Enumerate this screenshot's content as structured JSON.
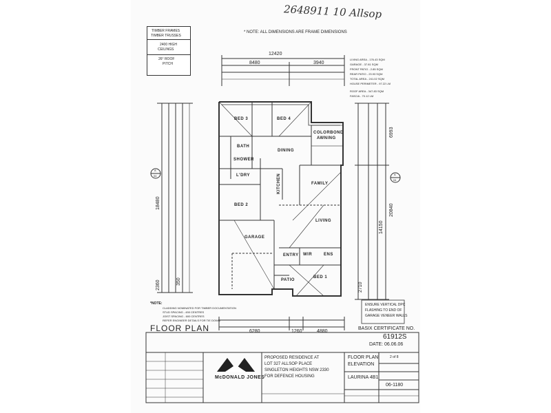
{
  "handwritten_note": "2648911 10 Allsop",
  "spec_boxes": [
    "TIMBER FRAMES",
    "TIMBER TRUSSES",
    "2400 HIGH",
    "CEILINGS",
    "26° ROOF",
    "PITCH"
  ],
  "frame_note": "* NOTE: ALL DIMENSIONS ARE FRAME DIMENSIONS",
  "areas": {
    "living": "LIVING AREA - 176.43 SQM",
    "garage": "GARAGE - 37.81 SQM",
    "front_patio": "FRONT PATIO - 2.85 SQM",
    "rear_patio": "REAR PATIO - 23.93 SQM",
    "total": "TOTAL AREA - 241.02 SQM",
    "perimeter": "HOUSE PERIMETER - 97.22 LM",
    "roof": "ROOF AREA - 347.83 SQM",
    "fascia": "FASCIA - 70.12 LM"
  },
  "dims": {
    "overall_width": "12420",
    "left_width": "8480",
    "right_width": "3940",
    "bottom_left": "6280",
    "bottom_mid": "1260",
    "bottom_right": "4880",
    "left_overall": "18480",
    "left_small1": "2360",
    "left_small2": "350",
    "right_top": "6993",
    "right_overall": "20840",
    "right_mid": "14150",
    "right_small": "2710"
  },
  "rooms": {
    "bed3": "BED 3",
    "bed4": "BED 4",
    "bath": "BATH",
    "dining": "DINING",
    "awning": "COLORBOND",
    "awning2": "AWNING",
    "shower": "SHOWER",
    "ldry": "L'DRY",
    "kitchen": "KITCHEN",
    "family": "FAMILY",
    "bed2": "BED 2",
    "living": "LIVING",
    "garage": "GARAGE",
    "entry": "ENTRY",
    "patio": "PATIO",
    "bed1": "BED 1",
    "wir": "WIR",
    "ens": "ENS"
  },
  "section_markers": [
    "A",
    "04",
    "A",
    "04"
  ],
  "notes": {
    "left_note": "*NOTE:",
    "left_note_l1": "CLADDING NOMINATED FOR TIMBER DOCUMENTATION",
    "left_note_l2": "STUD SPACING - 450 CENTRES",
    "left_note_l3": "JOIST SPACING - 600 CENTRES",
    "left_note_l4": "REFER ENGINEER DETAILS FOR TIE DOWN",
    "veneer_l1": "ENSURE VERTICAL DPC",
    "veneer_l2": "FLASHING TO END OF",
    "veneer_l3": "GARAGE VENEER WALLS"
  },
  "floor_plan_label": "FLOOR PLAN",
  "basix": {
    "label": "BASIX CERTIFICATE NO.",
    "number": "61912S",
    "date": "DATE: 06.06.06"
  },
  "title_block": {
    "company": "McDONALD JONES",
    "project_l1": "PROPOSED RESIDENCE AT",
    "project_l2": "LOT 327 ALLSOP PLACE",
    "project_l3": "SINGLETON HEIGHTS NSW 2330",
    "project_l4": "FOR DEFENCE HOUSING",
    "sheet_title_l1": "FLOOR PLAN",
    "sheet_title_l2": "ELEVATION",
    "design": "LAURINA 4B1",
    "job_no": "06-1180",
    "sheet": "2 of 8"
  }
}
